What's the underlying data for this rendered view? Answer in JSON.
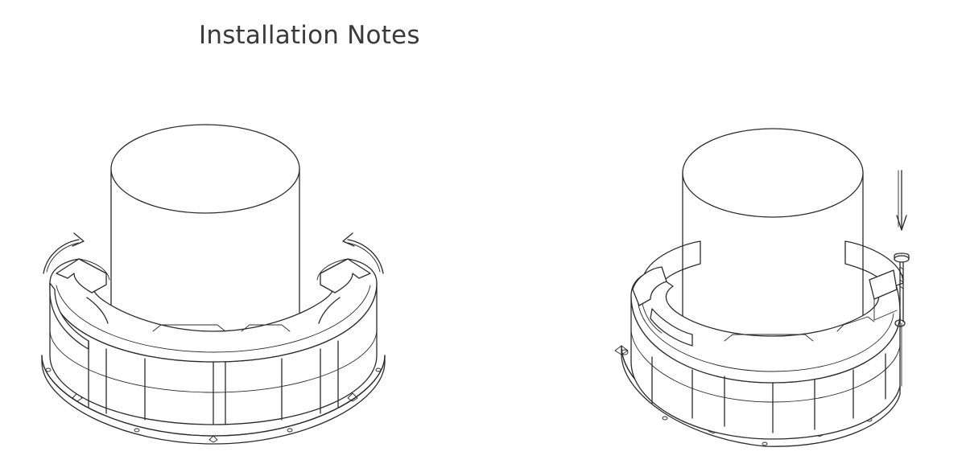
{
  "page": {
    "title": "Installation Notes"
  },
  "figures": [
    {
      "id": "step-rotate",
      "action_icon": "rotate-arrows-icon"
    },
    {
      "id": "step-screw",
      "action_icon": "screw-down-arrow-icon"
    }
  ],
  "colors": {
    "line": "#2b2b2b",
    "title_text": "#3a3a3a",
    "background": "#ffffff"
  }
}
